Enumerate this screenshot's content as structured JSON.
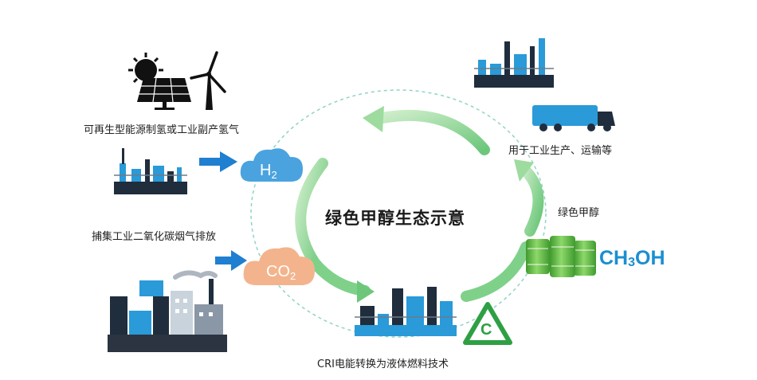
{
  "title": "绿色甲醇生态示意",
  "labels": {
    "renewable_h2": "可再生型能源制氢或工业副产氢气",
    "capture_co2": "捕集工业二氧化碳烟气排放",
    "cri_tech": "CRI电能转换为液体燃料技术",
    "usage": "用于工业生产、运输等",
    "green_methanol": "绿色甲醇"
  },
  "molecules": {
    "h2": {
      "main": "H",
      "sub": "2"
    },
    "co2": {
      "main": "CO",
      "sub": "2"
    },
    "methanol": {
      "a": "CH",
      "b": "3",
      "c": "OH"
    }
  },
  "recycle_letter": "C",
  "colors": {
    "blue_cloud": "#4aa3df",
    "orange_cloud": "#f3b48d",
    "formula_blue": "#1a8fd1",
    "arrow_green": "#7fd18a",
    "barrel_green": "#6cc04a",
    "dashed_circle": "#8fd3c7",
    "recycle_green": "#2ea043"
  },
  "icons": [
    "sun-icon",
    "solar-panel-icon",
    "wind-turbine-icon",
    "factory-icon",
    "truck-icon",
    "barrels-icon",
    "recycle-icon",
    "blue-arrow-icon"
  ]
}
